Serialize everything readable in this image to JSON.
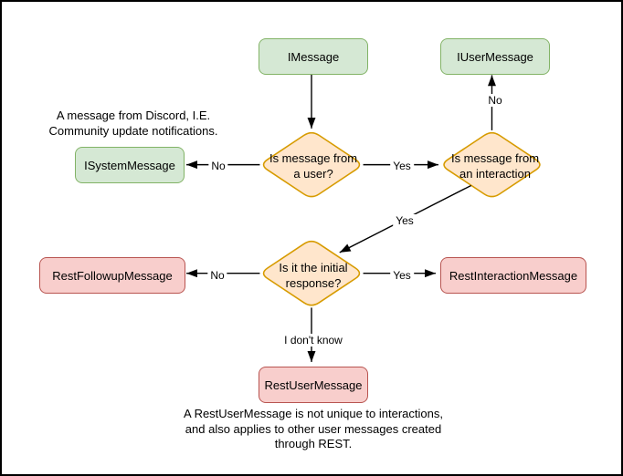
{
  "colors": {
    "canvas_background": "#ffffff",
    "canvas_border": "#000000",
    "interface_node_fill": "#d5e8d4",
    "interface_node_border": "#82b366",
    "decision_fill": "#ffe6cc",
    "decision_border": "#d79b00",
    "rest_node_fill": "#f8cecc",
    "rest_node_border": "#b85450",
    "edge": "#000000"
  },
  "nodes": {
    "imessage": {
      "label": "IMessage"
    },
    "iusermessage": {
      "label": "IUserMessage"
    },
    "isystemmessage": {
      "label": "ISystemMessage"
    },
    "restfollowupmessage": {
      "label": "RestFollowupMessage"
    },
    "restinteractionmessage": {
      "label": "RestInteractionMessage"
    },
    "restusermessage": {
      "label": "RestUserMessage"
    }
  },
  "decisions": {
    "is_from_user": {
      "label": "Is message from\na user?"
    },
    "is_from_interaction": {
      "label": "Is message from\nan interaction"
    },
    "is_initial_response": {
      "label": "Is it the initial\nresponse?"
    }
  },
  "edge_labels": {
    "no_to_systemmessage": "No",
    "yes_to_interaction_decision": "Yes",
    "no_to_iusermessage": "No",
    "yes_to_initial_decision": "Yes",
    "no_to_followupmessage": "No",
    "yes_to_interactionmessage": "Yes",
    "idk_to_restusermessage": "I don't know"
  },
  "notes": {
    "system_message_note": "A message from Discord, I.E.\nCommunity update notifications.",
    "rest_user_note": "A RestUserMessage is not unique to interactions,\nand also applies to other user messages created\nthrough REST."
  }
}
